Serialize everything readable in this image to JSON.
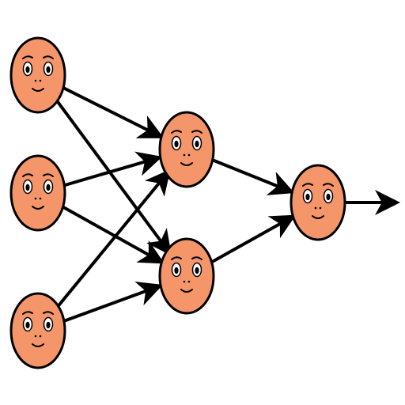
{
  "diagram": {
    "type": "neural-network",
    "colors": {
      "node_fill": "#f5956a",
      "stroke": "#000000",
      "background": "#ffffff"
    },
    "node_icon": "smiling-face-icon",
    "layers": [
      {
        "name": "input",
        "count": 3
      },
      {
        "name": "hidden",
        "count": 2
      },
      {
        "name": "output",
        "count": 1
      }
    ],
    "connections": "fully-connected",
    "output_arrow": true
  }
}
